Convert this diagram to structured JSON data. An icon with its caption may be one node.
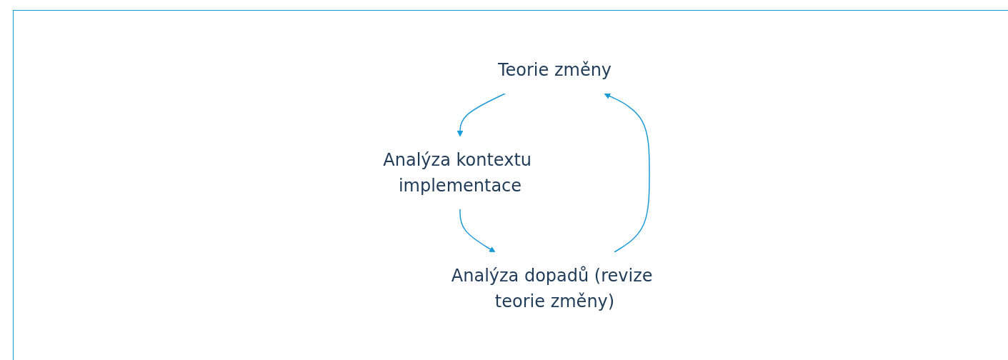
{
  "diagram": {
    "nodes": [
      {
        "text": [
          "Teorie změny"
        ]
      },
      {
        "text": [
          "Analýza kontextu implementace"
        ]
      },
      {
        "text": [
          "Analýza dopadů (revize teorie změny)"
        ]
      }
    ],
    "edges": [
      {
        "from": 0,
        "to": 1,
        "arrow": "to"
      },
      {
        "from": 1,
        "to": 2,
        "arrow": "to"
      },
      {
        "from": 2,
        "to": 0,
        "arrow": "to"
      }
    ]
  }
}
